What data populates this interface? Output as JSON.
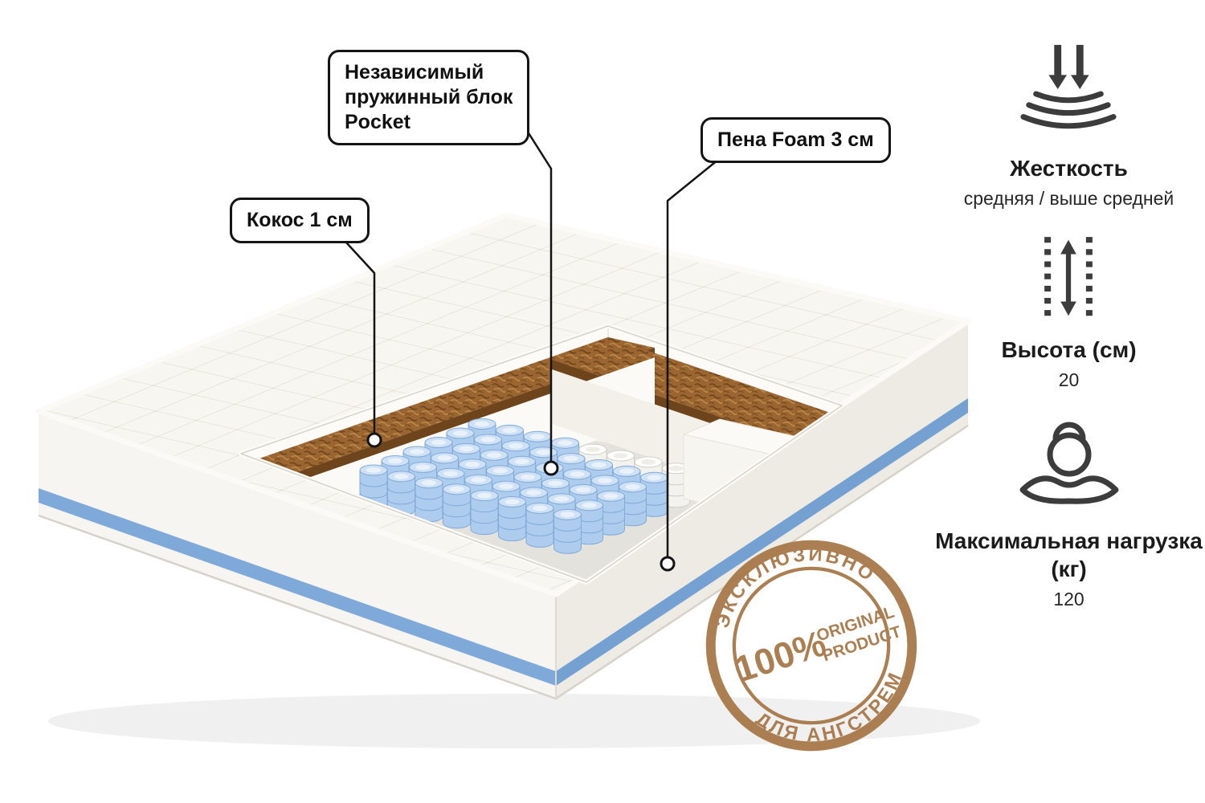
{
  "callouts": {
    "spring_block": "Независимый\nпружинный блок\nPocket",
    "foam": "Пена Foam 3 см",
    "coconut": "Кокос 1 см"
  },
  "features": [
    {
      "title": "Жесткость",
      "value": "средняя / выше средней"
    },
    {
      "title": "Высота (см)",
      "value": "20"
    },
    {
      "title": "Максимальная нагрузка (кг)",
      "value": "120"
    }
  ],
  "stamp": {
    "percent": "100%",
    "product_line1": "ORIGINAL",
    "product_line2": "PRODUCT",
    "arc_top": "ЭКСКЛЮЗИВНО",
    "arc_bottom": "ДЛЯ АНГСТРЕМ"
  },
  "colors": {
    "accent_blue": "#7fa9d9",
    "coir_brown": "#9a6530",
    "stamp_brown": "#a97a4c"
  }
}
